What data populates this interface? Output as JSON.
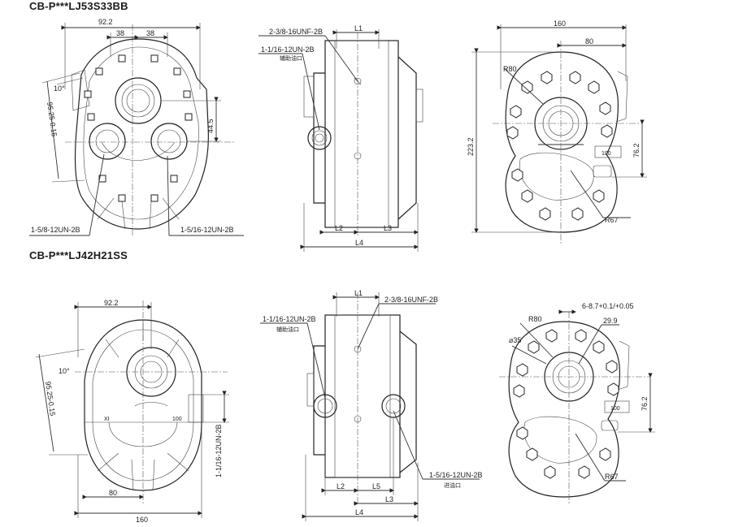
{
  "top": {
    "model": "CB-P***LJ53S33BB",
    "front": {
      "width": "92.2",
      "half_left": "38",
      "half_right": "38",
      "height": "44.5",
      "angle": "10°",
      "pilot": "95.25-0.15",
      "port_inlet": "1-5/8-12UN-2B",
      "port_outlet": "1-5/16-12UN-2B"
    },
    "side": {
      "thread_main": "2-3/8-16UNF-2B",
      "thread_aux": "1-1/16-12UN-2B",
      "aux_note": "辅助油口",
      "l1": "L1",
      "l2": "L2",
      "l3": "L3",
      "l4": "L4"
    },
    "rear": {
      "width": "160",
      "half": "80",
      "height": "223.2",
      "r_top": "R80",
      "r_bottom": "R67",
      "offset": "76.2",
      "plate": "100"
    }
  },
  "bottom": {
    "model": "CB-P***LJ42H21SS",
    "front": {
      "width": "92.2",
      "angle": "10°",
      "pilot": "95.25-0.15",
      "port": "1-1/16-12UN-2B",
      "half": "80",
      "full": "160",
      "mark_left": "XI",
      "mark_right": "100"
    },
    "side": {
      "thread_main": "2-3/8-16UNF-2B",
      "thread_aux": "1-1/16-12UN-2B",
      "aux_note": "辅助油口",
      "thread_in": "1-5/16-12UN-2B",
      "in_note": "进油口",
      "l1": "L1",
      "l2": "L2",
      "l3": "L3",
      "l4": "L4",
      "l5": "L5"
    },
    "rear": {
      "r_top": "R80",
      "keyway": "6-8.7+0.1/+0.05",
      "shaft": "29.9",
      "phi": "⌀35",
      "offset": "76.2",
      "r_bottom": "R67",
      "plate": "100"
    }
  }
}
